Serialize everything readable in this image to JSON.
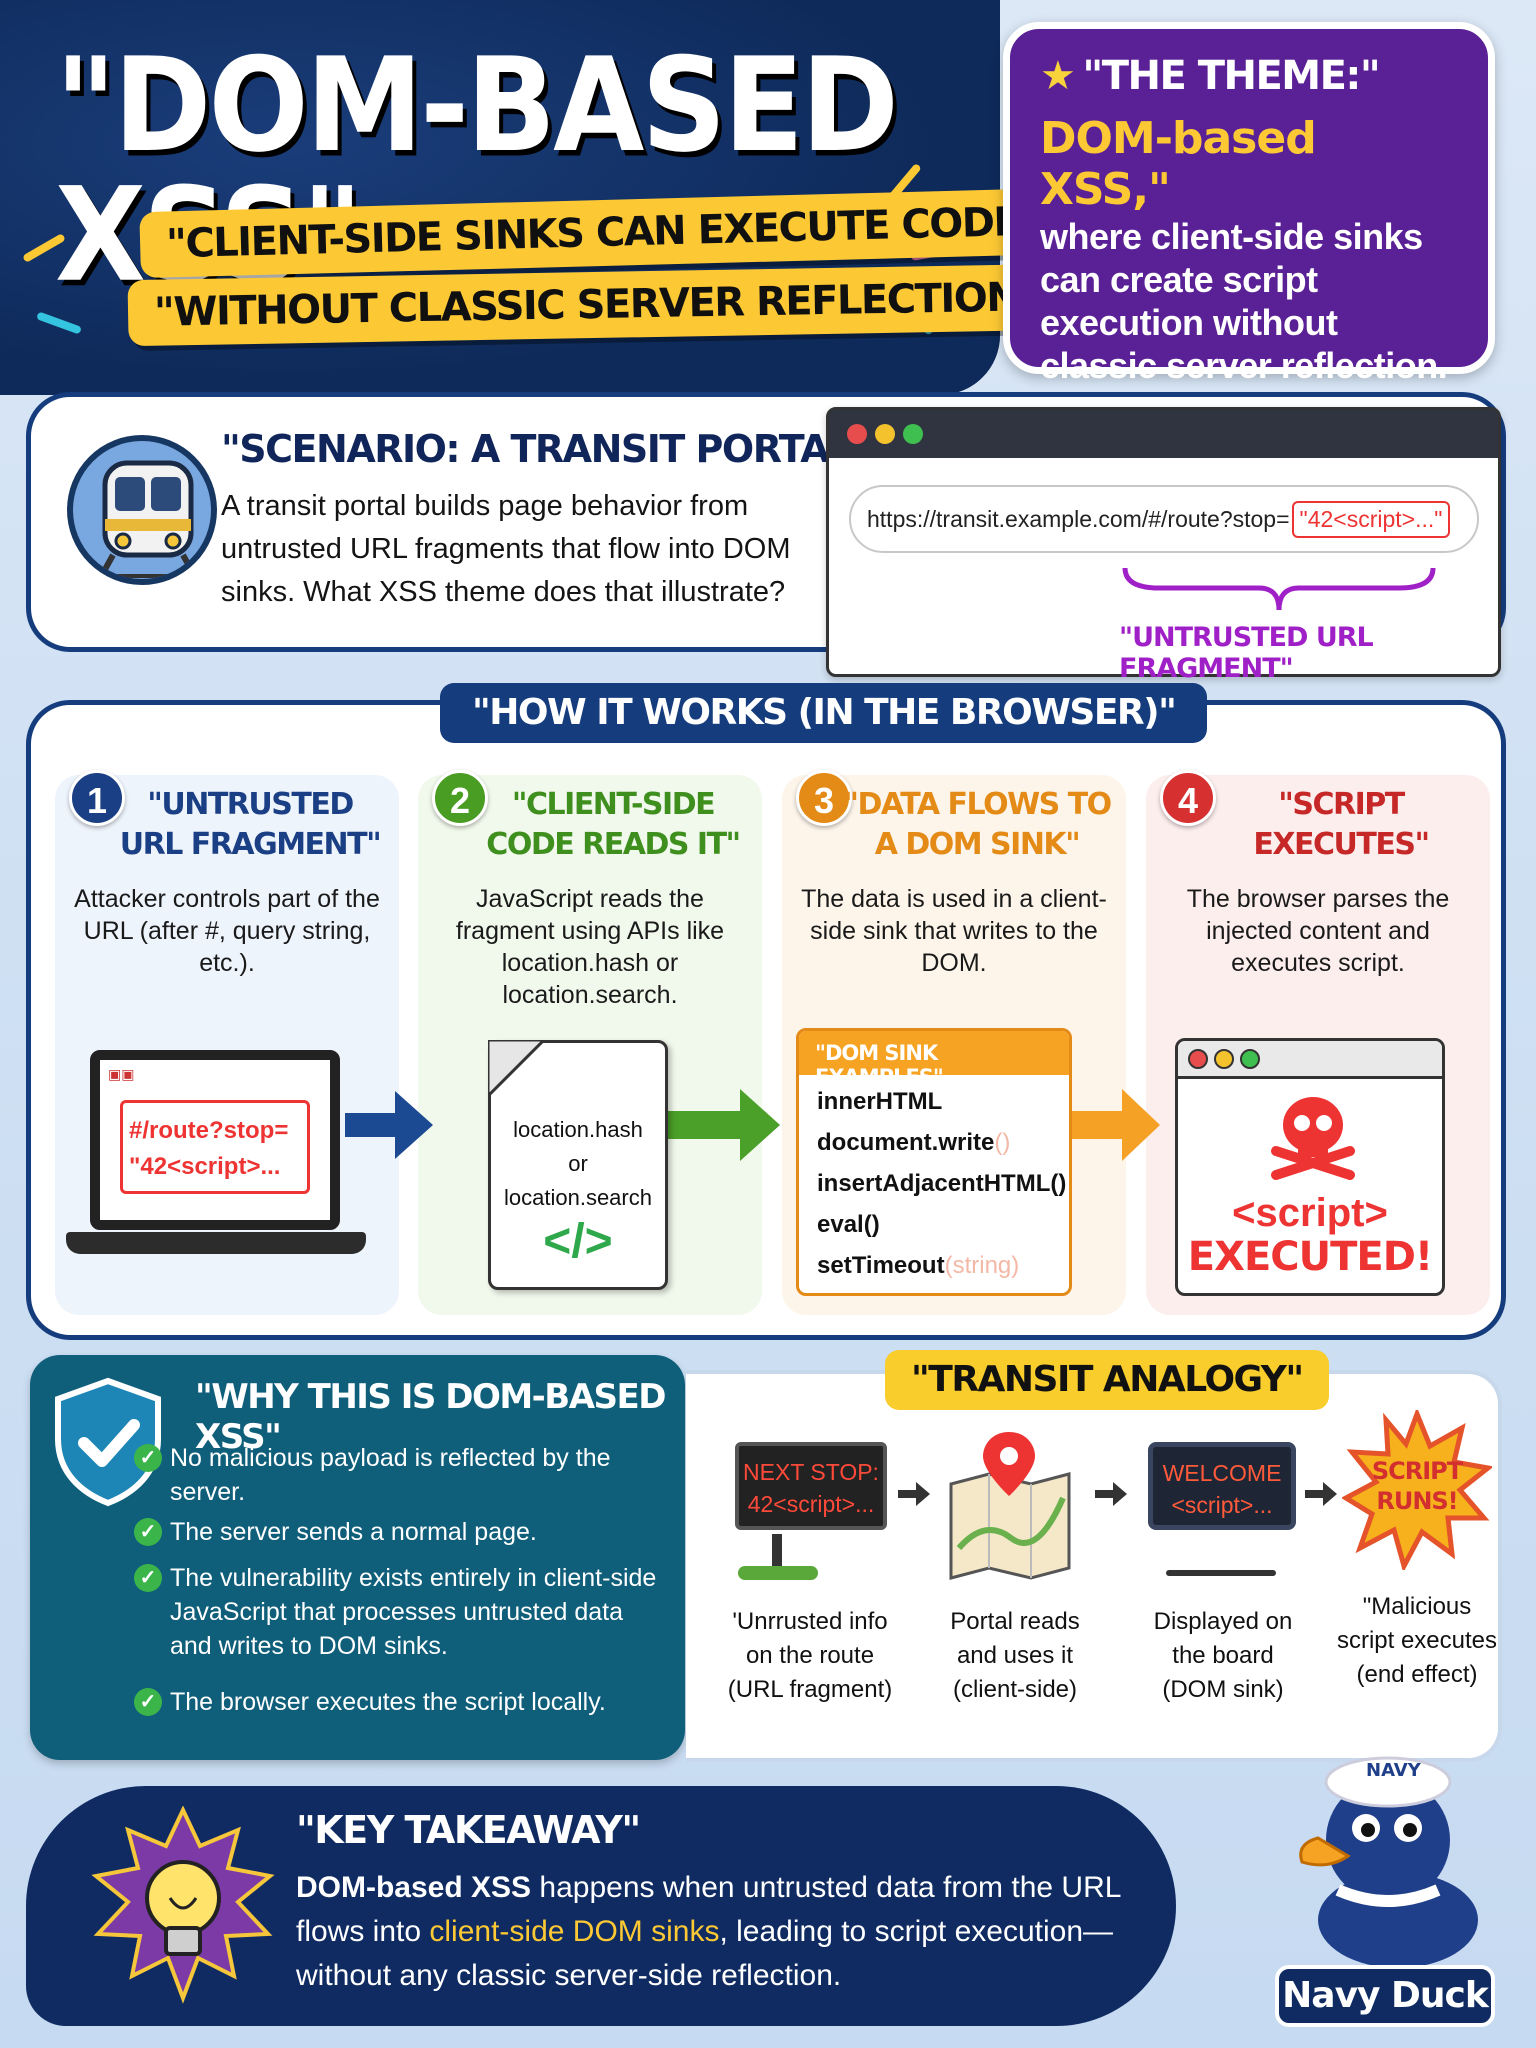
{
  "header": {
    "title": "\"DOM-BASED XSS\"",
    "banner_line1": "\"CLIENT-SIDE SINKS CAN EXECUTE CODE\"",
    "banner_line2": "\"WITHOUT CLASSIC SERVER REFLECTION\""
  },
  "theme": {
    "title": "\"THE THEME:\"",
    "highlight": "DOM-based XSS,\"",
    "text": "where client-side sinks can create script execution without classic server reflection."
  },
  "scenario": {
    "title": "\"SCENARIO: A TRANSIT PORTAL\"",
    "text": "A transit portal builds page behavior from untrusted URL fragments that flow into DOM sinks. What XSS theme does that illustrate?",
    "url": "https://transit.example.com/#/route?stop=",
    "url_payload": "\"42<script>...\"",
    "fragment_label": "\"UNTRUSTED URL FRAGMENT\""
  },
  "how": {
    "title": "\"HOW IT WORKS (IN THE BROWSER)\"",
    "steps": [
      {
        "num": "1",
        "title": "\"UNTRUSTED URL FRAGMENT\"",
        "desc": "Attacker controls part of the URL (after #, query string, etc.)."
      },
      {
        "num": "2",
        "title": "\"CLIENT-SIDE CODE READS IT\"",
        "desc": "JavaScript reads the fragment using APIs like location.hash or location.search."
      },
      {
        "num": "3",
        "title": "\"DATA FLOWS TO A DOM SINK\"",
        "desc": "The data is used in a client-side sink that writes to the DOM."
      },
      {
        "num": "4",
        "title": "\"SCRIPT EXECUTES\"",
        "desc": "The browser parses the injected content and executes script."
      }
    ],
    "laptop_payload_line1": "#/route?stop=",
    "laptop_payload_line2": "\"42<script>...",
    "doc_line1": "location.hash",
    "doc_line2": "or",
    "doc_line3": "location.search",
    "doc_code": "</>",
    "sink_title": "\"DOM SINK EXAMPLES\"",
    "sinks": [
      "innerHTML",
      "document.write",
      "insertAdjacentHTML()",
      "eval()",
      "setTimeout"
    ],
    "sink_dim": [
      "",
      "()",
      "",
      "",
      "(string)"
    ],
    "exec_line1": "<script>",
    "exec_line2": "EXECUTED!"
  },
  "why": {
    "title": "\"WHY THIS IS DOM-BASED XSS\"",
    "items": [
      "No malicious payload is reflected by the server.",
      "The server sends a normal page.",
      "The vulnerability exists entirely in client-side JavaScript that processes untrusted data and writes to DOM sinks.",
      "The browser executes the script locally."
    ]
  },
  "analogy": {
    "title": "\"TRANSIT ANALOGY\"",
    "sign_text1": "NEXT STOP:",
    "sign_text2": "42<script>...",
    "board_text1": "WELCOME",
    "board_text2": "<script>...",
    "burst_text1": "SCRIPT",
    "burst_text2": "RUNS!",
    "labels": [
      "'Unrrusted info on the route (URL fragment)",
      "Portal reads and uses it (client-side)",
      "Displayed on the board (DOM sink)",
      "\"Malicious script executes (end effect)"
    ]
  },
  "takeaway": {
    "title": "\"KEY TAKEAWAY\"",
    "part1": "DOM-based XSS",
    "part2": " happens when untrusted data from the URL flows into ",
    "part3": "client-side DOM sinks",
    "part4": ", leading to script execution—without any classic server-side reflection."
  },
  "mascot": {
    "hat_text": "NAVY",
    "name": "Navy Duck"
  },
  "colors": {
    "navy": "#0e2a5a",
    "yellow": "#fcc934",
    "purple": "#5a2196",
    "step1": "#1b3f84",
    "step2": "#4a9d23",
    "step3": "#e48a16",
    "step4": "#d63031",
    "teal": "#0f5e7a"
  }
}
